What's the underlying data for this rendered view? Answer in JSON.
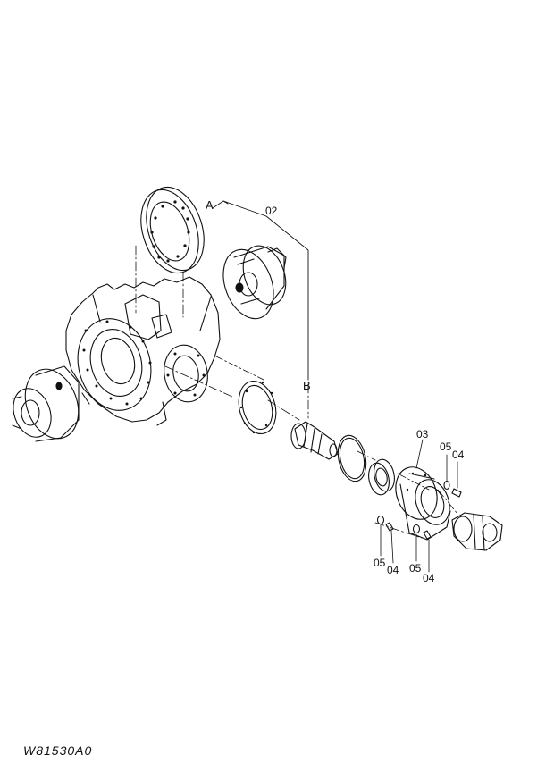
{
  "drawing_id": "W81530A0",
  "ref_marks": {
    "a": "A",
    "b": "B"
  },
  "callouts": {
    "c02": "02",
    "c03": "03",
    "c05_top": "05",
    "c04_top": "04",
    "c05_bl": "05",
    "c04_bl": "04",
    "c05_br": "05",
    "c04_br": "04"
  },
  "colors": {
    "ink": "#111111",
    "paper": "#ffffff"
  }
}
